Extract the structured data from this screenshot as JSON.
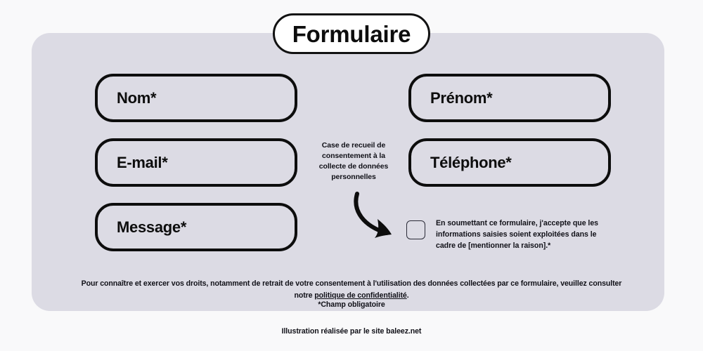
{
  "page": {
    "background_color": "#f9f9fa",
    "card_color": "#dcdbe4",
    "ink_color": "#0d0d0d"
  },
  "title": {
    "label": "Formulaire"
  },
  "form": {
    "fields_left": [
      {
        "label": "Nom*"
      },
      {
        "label": "E-mail*"
      },
      {
        "label": "Message*"
      }
    ],
    "fields_right": [
      {
        "label": "Prénom*"
      },
      {
        "label": "Téléphone*"
      }
    ]
  },
  "annotation": {
    "text": "Case de recueil de consentement à la collecte de données personnelles",
    "arrow_icon": "curved-arrow-down-right-icon"
  },
  "consent": {
    "checkbox_icon": "checkbox-unchecked-icon",
    "checked": false,
    "text": "En soumettant ce formulaire, j'accepte que les informations saisies soient exploitées dans le cadre de [mentionner la raison].*"
  },
  "legal": {
    "line_prefix": "Pour connaître et exercer vos droits, notamment de retrait de votre consentement à l'utilisation des données collectées par ce formulaire, veuillez consulter notre ",
    "link_label": "politique de confidentialité",
    "line_suffix": ".",
    "required_note": "*Champ obligatoire"
  },
  "credit": {
    "text": "Illustration réalisée par le site baleez.net"
  }
}
